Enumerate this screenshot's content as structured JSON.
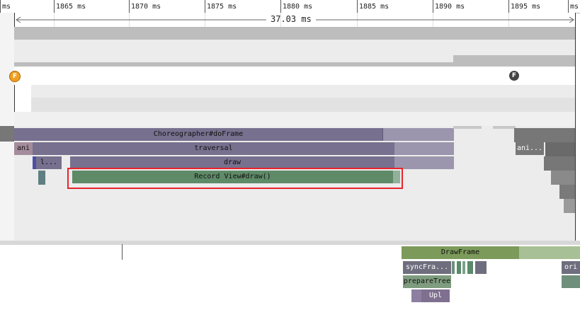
{
  "ruler": {
    "ticks": [
      {
        "label": "ms"
      },
      {
        "label": "1865 ms"
      },
      {
        "label": "1870 ms"
      },
      {
        "label": "1875 ms"
      },
      {
        "label": "1880 ms"
      },
      {
        "label": "1885 ms"
      },
      {
        "label": "1890 ms"
      },
      {
        "label": "1895 ms"
      },
      {
        "label": "ms"
      }
    ],
    "span_label": "37.03 ms"
  },
  "markers": {
    "frame_marker_a": "F",
    "frame_marker_b": "F"
  },
  "ui_thread": {
    "choreographer": "Choreographer#doFrame",
    "ani": "ani",
    "traversal": "traversal",
    "l_short": "l...",
    "draw": "draw",
    "record": "Record View#draw()",
    "ani_right": "ani..."
  },
  "render_thread": {
    "draw_frame": "DrawFrame",
    "sync": "syncFra...",
    "prepare": "prepareTree",
    "upl": "Upl",
    "ori": "ori"
  },
  "colors": {
    "highlight": "#e8242c",
    "choreographer": "#77708e",
    "record": "#5e8a68",
    "draw_frame": "#7c9a5a",
    "marker_orange": "#f0a020",
    "marker_dark": "#444444"
  }
}
